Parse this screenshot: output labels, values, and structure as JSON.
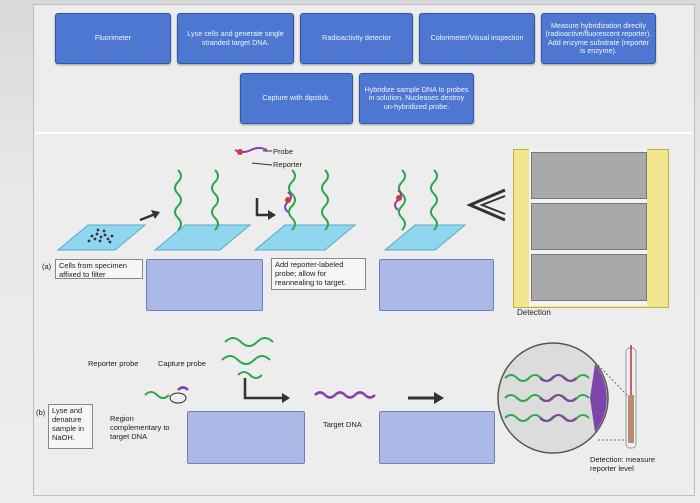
{
  "answer_chips": {
    "fluorimeter": "Fluorimeter",
    "lyse": "Lyse cells and generate single stranded target DNA.",
    "radioactivity": "Radioactivity detector",
    "colorimeter": "Colorimeter/Visual inspection",
    "measure": "Measure hybridization directly (radioactive/fluorescent reporter). Add enzyme substrate (reporter is enzyme).",
    "capture": "Capture with dipstick.",
    "hybridize": "Hybridize sample DNA to probes in solution. Nucleases destroy un-hybridized probe."
  },
  "diagram_a": {
    "part_label": "(a)",
    "cells_caption": "Cells from specimen affixed to filter",
    "probe_label": "Probe",
    "reporter_label": "Reporter",
    "reporter_caption": "Add reporter-labeled probe; allow for reannealing to target.",
    "detection_label": "Detection"
  },
  "diagram_b": {
    "part_label": "(b)",
    "reporter_probe": "Reporter probe",
    "capture_probe": "Capture probe",
    "lyse_caption": "Lyse and denature sample in NaOH.",
    "region_caption": "Region complementary to target DNA",
    "target_dna": "Target DNA",
    "detection_caption": "Detection: measure reporter level"
  },
  "colors": {
    "chip_blue": "#4d77d1",
    "drop_box": "#aab8e6",
    "dna_green": "#2fa84a",
    "dna_purple": "#8a3fa8",
    "filter_blue": "#8fd6ee"
  }
}
